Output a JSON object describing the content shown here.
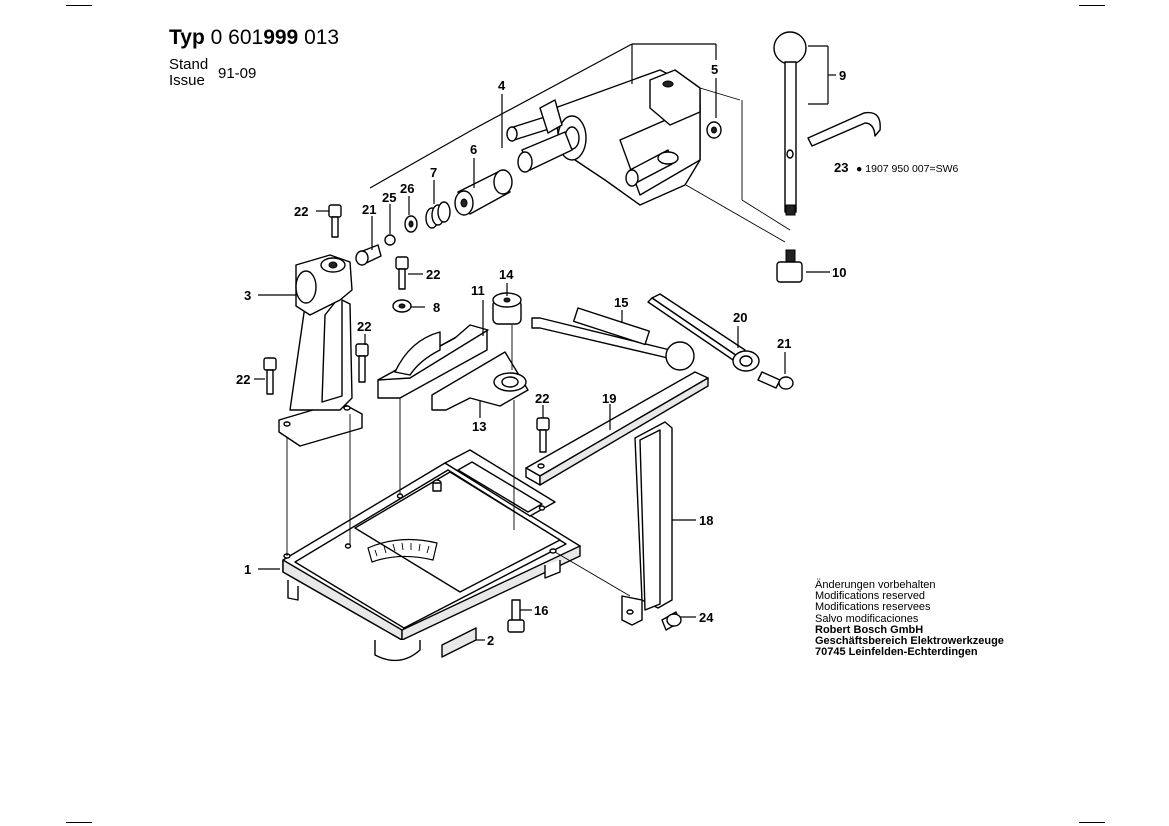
{
  "header": {
    "typ_label": "Typ",
    "part_prefix": "0 601",
    "part_bold": "999",
    "part_suffix": "013",
    "stand_label": "Stand",
    "issue_label": "Issue",
    "issue_date": "91-09"
  },
  "notes": {
    "line1": "Änderungen vorbehalten",
    "line2": "Modifications reserved",
    "line3": "Modifications reservees",
    "line4": "Salvo modificaciones",
    "line5": "Robert Bosch GmbH",
    "line6": "Geschäftsbereich Elektrowerkzeuge",
    "line7": "70745 Leinfelden-Echterdingen"
  },
  "part_callouts": {
    "p1": "1",
    "p2": "2",
    "p3": "3",
    "p4": "4",
    "p5": "5",
    "p6": "6",
    "p7": "7",
    "p8": "8",
    "p9": "9",
    "p10": "10",
    "p11": "11",
    "p13": "13",
    "p14": "14",
    "p15": "15",
    "p16": "16",
    "p18": "18",
    "p19": "19",
    "p20": "20",
    "p21a": "21",
    "p21b": "21",
    "p22a": "22",
    "p22b": "22",
    "p22c": "22",
    "p22d": "22",
    "p22e": "22",
    "p23": "23",
    "p24": "24",
    "p25": "25",
    "p26": "26"
  },
  "p23_note": "● 1907 950 007=SW6"
}
